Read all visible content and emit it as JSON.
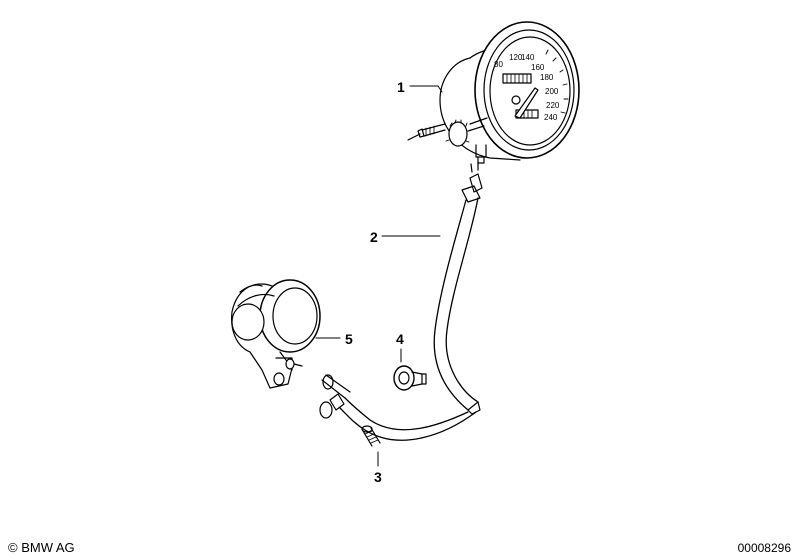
{
  "callouts": {
    "speedometer": "1",
    "shaft": "2",
    "screw": "3",
    "grommet": "4",
    "drive": "5"
  },
  "dial_numbers": [
    "80",
    "120",
    "140",
    "160",
    "180",
    "200",
    "220",
    "240"
  ],
  "footer": {
    "copyright": "© BMW AG",
    "diagram_id": "00008296"
  }
}
